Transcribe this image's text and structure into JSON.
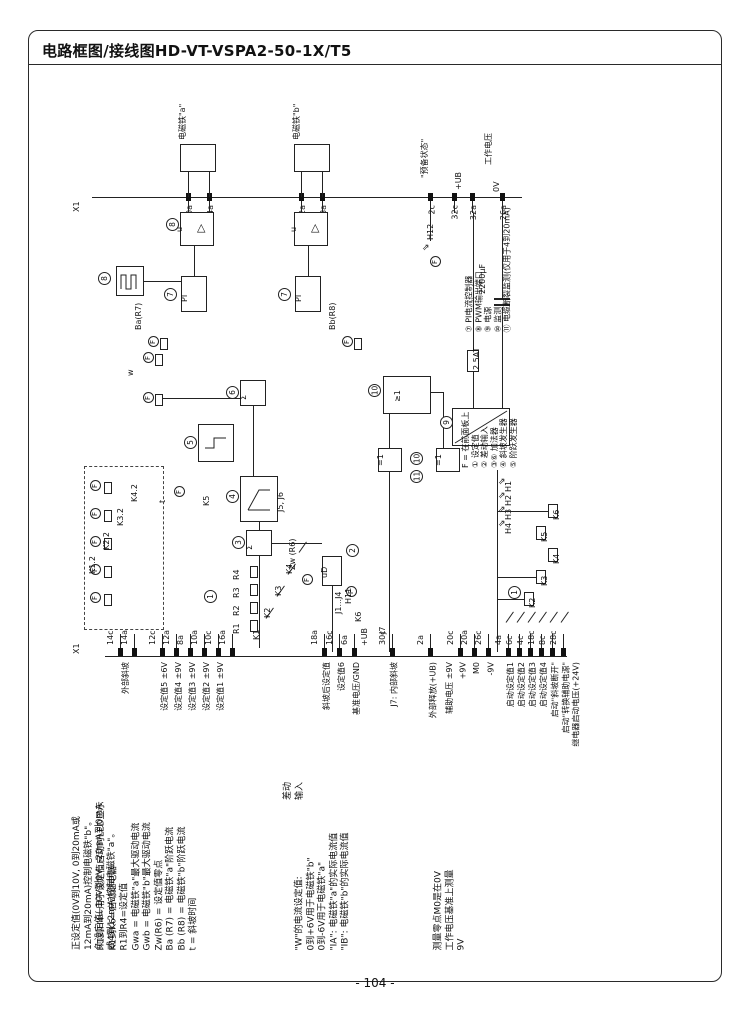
{
  "page": {
    "title": "电路框图/接线图HD-VT-VSPA2-50-1X/T5",
    "page_number": "- 104 -"
  },
  "top": {
    "x1": "X1",
    "solenoid_a": "电磁铁\"a\"",
    "solenoid_b": "电磁铁\"b\"",
    "ready": "\"预备状态\"",
    "supply": "工作电压",
    "ub": "+UB",
    "zero": "0V",
    "terminals": [
      "30a",
      "24a",
      "22a",
      "28a",
      "2c",
      "32c",
      "32a",
      "26a"
    ]
  },
  "bottom": {
    "x1": "X1",
    "terminals": [
      "14c",
      "14a",
      "12c",
      "12a",
      "8a",
      "10a",
      "10c",
      "16a",
      "18a",
      "16c",
      "6a",
      "30c",
      "2a",
      "20c",
      "20a",
      "26c",
      "4a",
      "6c",
      "4c",
      "18c",
      "8c",
      "28c"
    ],
    "functions": [
      "外部斜坡",
      "设定值5 ±6V",
      "设定值4 ±9V",
      "设定值3 ±9V",
      "设定值2 ±9V",
      "设定值1 ±9V",
      "斜坡后设定值",
      "设定值6",
      "基准电压/GND",
      "J7: 内部斜坡",
      "外部释放(+UB)",
      "辅助电压 ±9V",
      "+9V",
      "M0",
      "-9V",
      "启动设定值1",
      "启动设定值2",
      "启动设定值3",
      "启动设定值4",
      "启动\"斜坡断开\"",
      "启动\"转换辅助电源\"",
      "继电器启动电压(+24V)"
    ],
    "diff_input": "差动\n输入"
  },
  "blocks": {
    "u": "u",
    "amp_icon": "△",
    "led_icon": "⇗",
    "pi": "PI",
    "ba": "Ba(R7)",
    "bb": "Bb(R8)",
    "w": "w",
    "sigma": "Σ",
    "or_gate": "≥1",
    "eq1": "=1",
    "k5": "K5",
    "k6": "K6",
    "t": "t",
    "j5j6": "J5, J6",
    "j1j4": "J1...J4",
    "j7": "J7",
    "h11": "H11",
    "h12": "H12",
    "zw": "Zw (R6)",
    "ud": "uD",
    "ub": "+UB",
    "cap": "2200μF",
    "fuse": "2.5AT",
    "f": "F",
    "contacts": [
      "K1.2",
      "K2.2",
      "K3.2",
      "K4.2"
    ],
    "pots": [
      "R1",
      "R2",
      "R3",
      "R4"
    ],
    "switches": [
      "K1",
      "K2",
      "K3",
      "K4"
    ],
    "leds": [
      "H1",
      "H2",
      "H3",
      "H4"
    ],
    "coils": [
      "K2",
      "K3",
      "K4",
      "K5",
      "K6"
    ],
    "circled": {
      "c1": "1",
      "c2": "2",
      "c3": "3",
      "c4": "4",
      "c5": "5",
      "c6": "6",
      "c7": "7",
      "c8": "8",
      "c9": "9",
      "c10": "10",
      "c11": "11"
    }
  },
  "legend": {
    "group1": [
      "F = 在前面板上",
      "① 设定值",
      "② 差动输入",
      "③⑥ 加法器",
      "④ 斜坡发生器",
      "⑤ 阶跃发生器"
    ],
    "group2": [
      "⑦ PI电流控制器",
      "⑧ PWM输出端口",
      "⑨ 电源",
      "⑩ 监测",
      "⑪ 电缆断裂监测(仅用于4到20mA)"
    ]
  },
  "notes": {
    "polarity": "正设定值(0V到10V, 0到20mA或\n12mA到20mA)控制电磁铁\"b\"。\n负设定值(-10V到0V, -20mA到0mA\n或4到12mA)控制电磁铁\"a\"。",
    "abbrev": "H1到H4=用于设定值启动时LED显示\nK1到K6=启动继电器\nR1到R4=设定值\nGwa = 电磁铁\"a\"最大驱动电流\nGwb = 电磁铁\"b\"最大驱动电流\nZw(R6) = 设定值零点\nBa (R7) = 电磁铁\"a\"阶跃电流\nBb (R8) = 电磁铁\"b\"阶跃电流\nt = 斜坡时间",
    "w_current": "\"W\"的电流设定值:\n0到+6V用于电磁铁\"b\"\n0到-6V用于电磁铁\"a\"\n\"IA\": 电磁铁\"a\"的实际电流值\n\"IB\": 电磁铁\"b\"的实际电流值",
    "measure_zero": "测量零点M0是在0V\n工作电压基准上测量\n9V"
  }
}
